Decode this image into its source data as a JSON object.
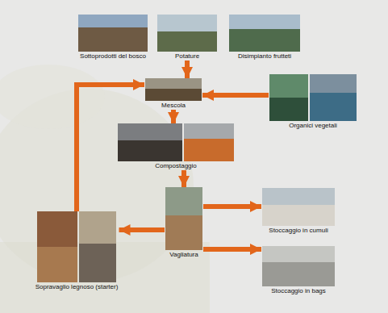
{
  "diagram": {
    "nodes": [
      {
        "text": [
          "Sottoprodotti del bosco"
        ]
      },
      {
        "text": [
          "Potature"
        ]
      },
      {
        "text": [
          "Disimpianto frutteti"
        ]
      },
      {
        "text": [
          "Mescola"
        ]
      },
      {
        "text": [
          "Organici vegetali"
        ]
      },
      {
        "text": [
          "Compostaggio"
        ]
      },
      {
        "text": [
          "Sopravaglio legnoso (starter)"
        ]
      },
      {
        "text": [
          "Vagliatura"
        ]
      },
      {
        "text": [
          "Stoccaggio in cumuli"
        ]
      },
      {
        "text": [
          "Stoccaggio in bags"
        ]
      }
    ],
    "edges": [
      {
        "from": 1,
        "to": 3,
        "arrow": "to"
      },
      {
        "from": 4,
        "to": 3,
        "arrow": "to"
      },
      {
        "from": 3,
        "to": 5,
        "arrow": "to"
      },
      {
        "from": 5,
        "to": 7,
        "arrow": "to"
      },
      {
        "from": 7,
        "to": 8,
        "arrow": "to"
      },
      {
        "from": 7,
        "to": 9,
        "arrow": "to"
      },
      {
        "from": 7,
        "to": 6,
        "arrow": "to"
      },
      {
        "from": 6,
        "to": 3,
        "arrow": "to"
      }
    ]
  }
}
